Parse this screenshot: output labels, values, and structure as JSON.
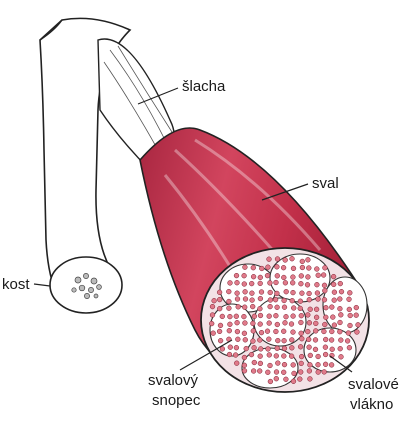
{
  "labels": {
    "tendon": "šlacha",
    "muscle": "sval",
    "bone": "kost",
    "bundle_line1": "svalový",
    "bundle_line2": "snopec",
    "fiber_line1": "svalové",
    "fiber_line2": "vlákno"
  },
  "colors": {
    "muscle": "#c2304a",
    "muscle_dark": "#8f1c34",
    "fiber_fill": "#e07a8a",
    "outline": "#222222"
  }
}
